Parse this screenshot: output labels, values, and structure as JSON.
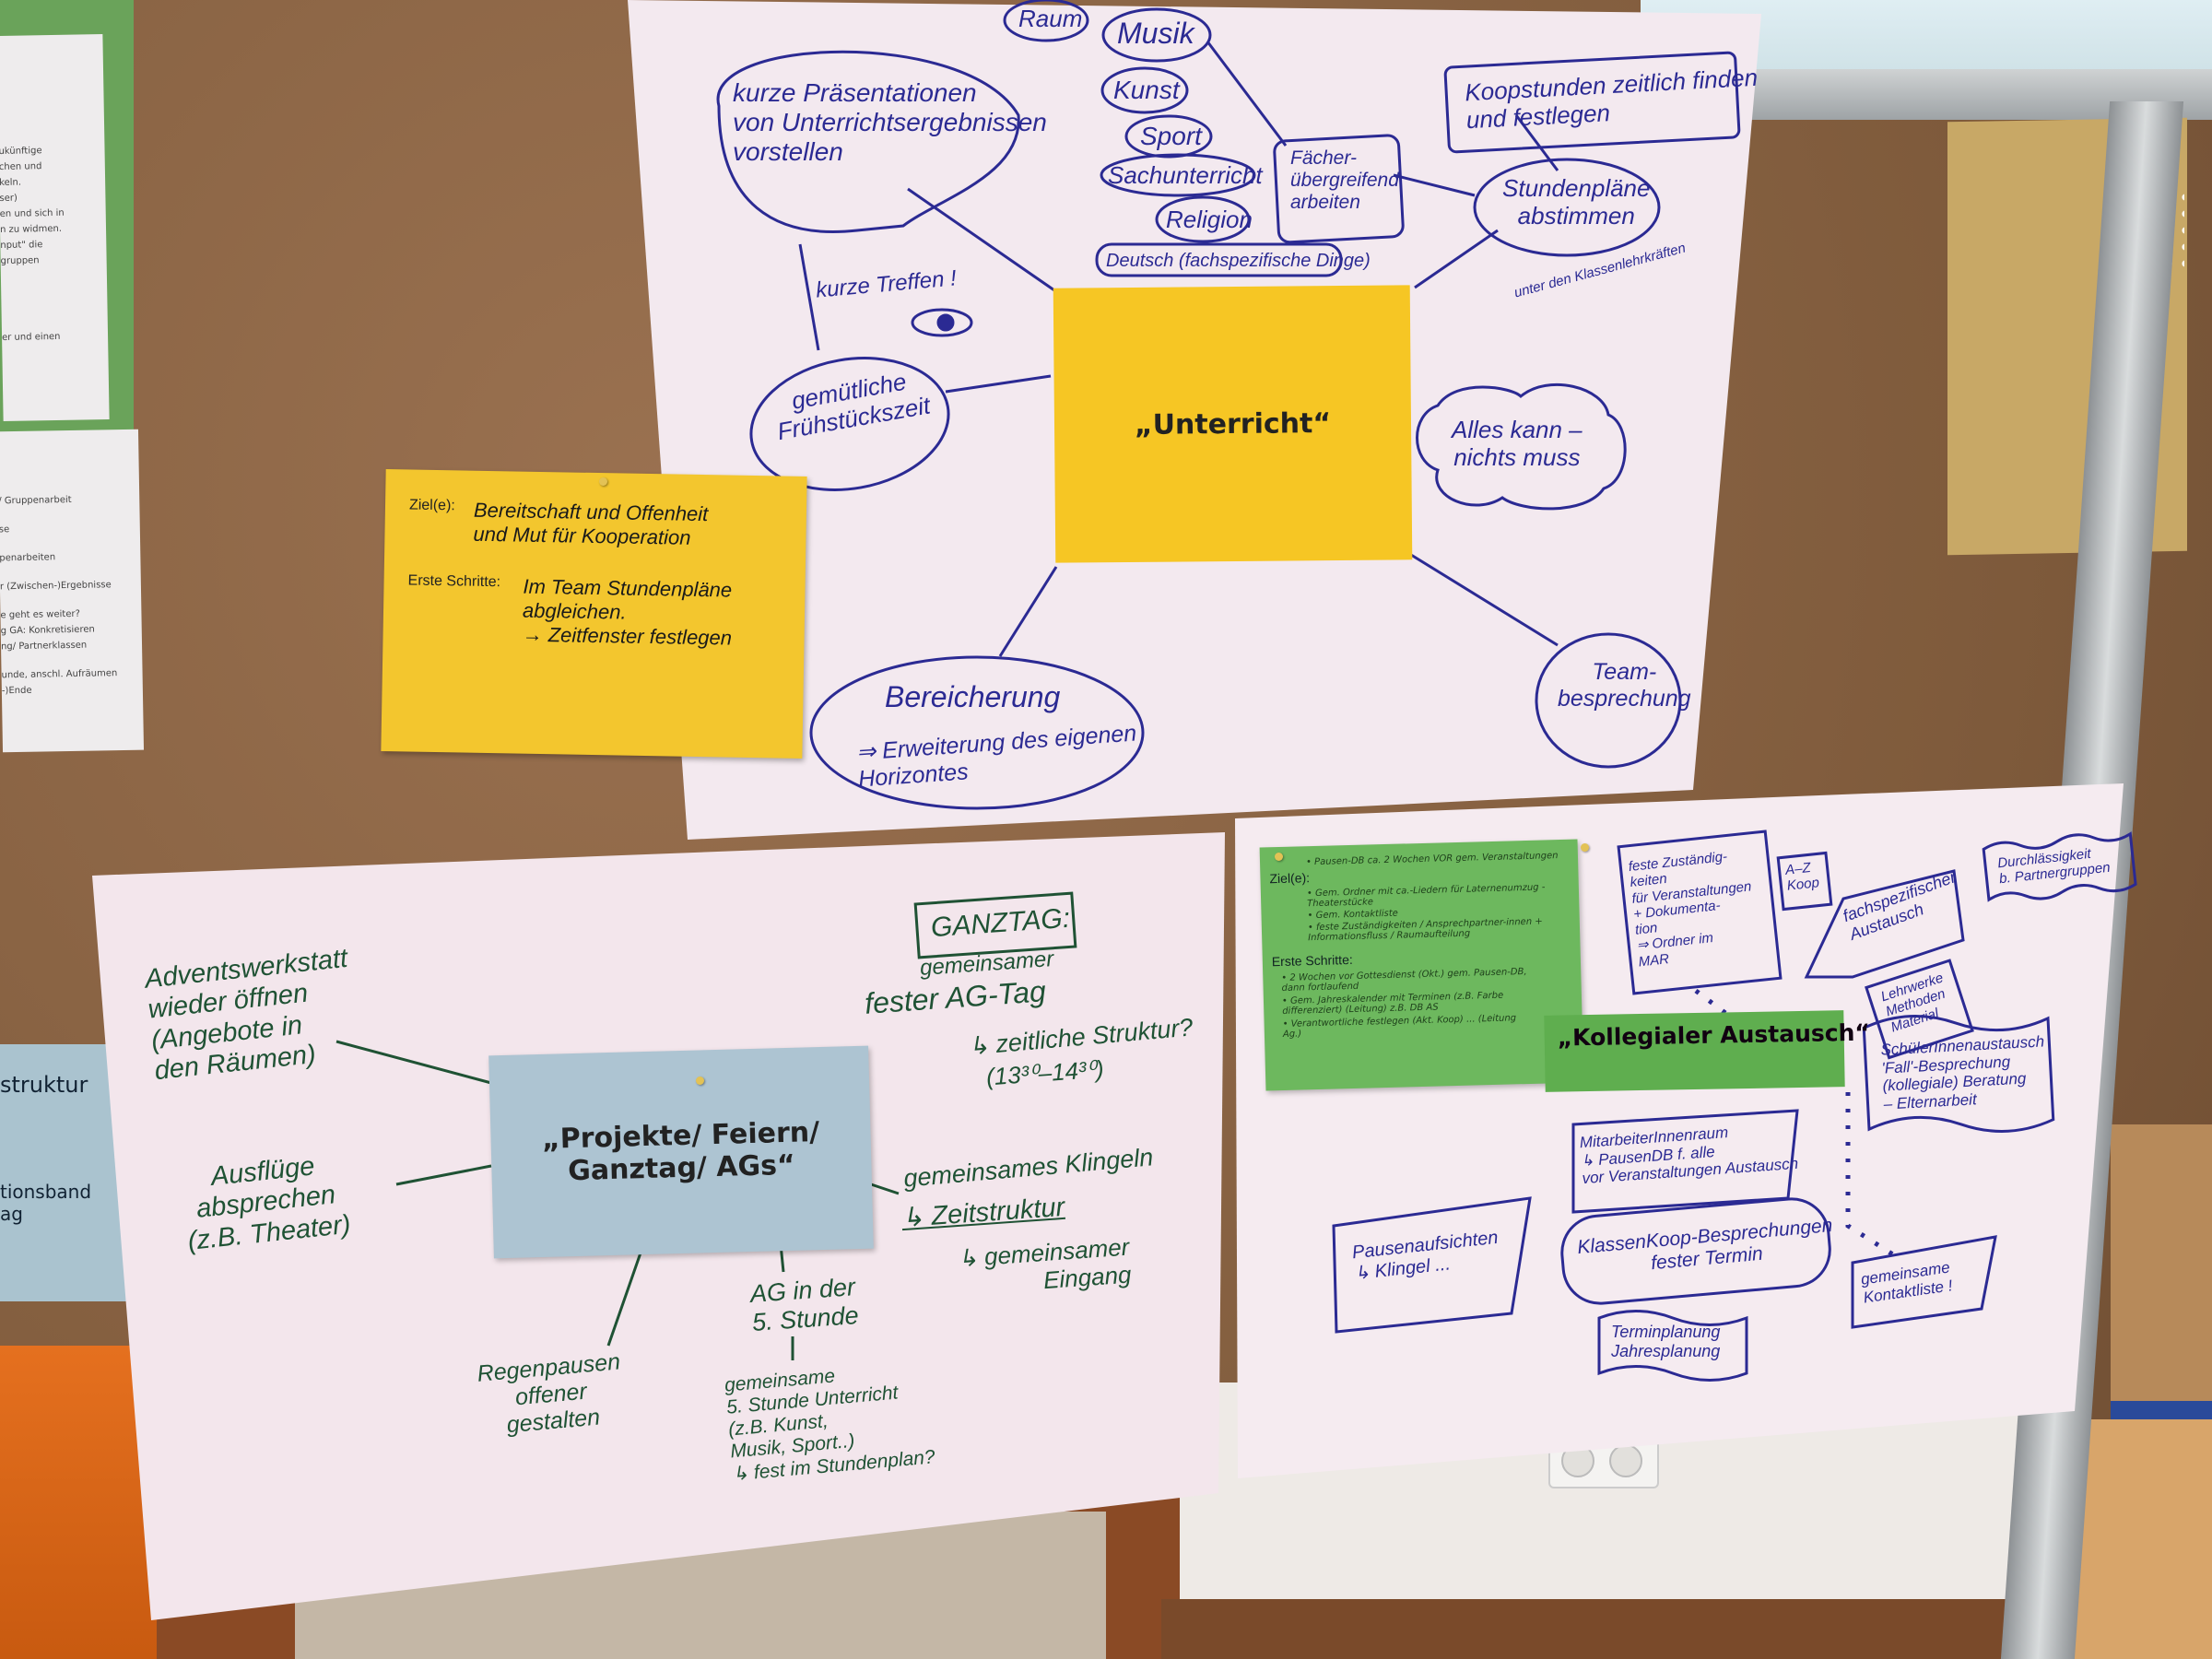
{
  "left_papers": {
    "paper1_lines": [
      "ukünftige",
      "chen und",
      "keln.",
      "ser)",
      "en und sich in",
      "n zu widmen.",
      "nput\" die",
      "gruppen",
      "",
      "",
      "er und einen"
    ],
    "paper2_lines": [
      "/ Gruppenarbeit",
      "se",
      "penarbeiten",
      "r (Zwischen-)Ergebnisse",
      "e geht es weiter?",
      "g GA: Konkretisieren",
      "ng/ Partnerklassen",
      "unde, anschl. Aufräumen",
      "-)Ende"
    ],
    "blue_note_lines": [
      "struktur",
      "",
      "tionsband",
      "ag"
    ]
  },
  "poster_unterricht": {
    "center": "„Unterricht“",
    "raum": "Raum",
    "musik": "Musik",
    "kunst": "Kunst",
    "sport": "Sport",
    "sachunterricht": "Sachunterricht",
    "religion": "Religion",
    "deutsch": "Deutsch (fachspezifische Dinge)",
    "faecher": "Fächer-\nübergreifend\narbeiten",
    "koopstunden": "Koopstunden zeitlich finden\nund festlegen",
    "stundenplaene": "Stundenpläne\nabstimmen",
    "klassenlehrkraefte": "unter den Klassenlehrkräften",
    "praesentationen": "kurze Präsentationen\nvon Unterrichtsergebnissen\nvorstellen",
    "treffen": "kurze Treffen !",
    "fruehstueck": "gemütliche\nFrühstückszeit",
    "alles_kann": "Alles kann –\nnichts muss",
    "bereicherung": "Bereicherung",
    "erweiterung": "⇒ Erweiterung des eigenen\nHorizontes",
    "team": "Team-\nbesprechung"
  },
  "yellow_note": {
    "ziele_label": "Ziel(e):",
    "ziele": "Bereitschaft und Offenheit\nund Mut für Kooperation",
    "schritte_label": "Erste Schritte:",
    "schritte": "Im Team Stundenpläne\nabgleichen.\n→ Zeitfenster festlegen"
  },
  "poster_projekte": {
    "center": "„Projekte/ Feiern/\nGanztag/ AGs“",
    "advent": "Adventswerkstatt\nwieder öffnen\n(Angebote in\nden Räumen)",
    "ausfluege": "Ausflüge\nabsprechen\n(z.B. Theater)",
    "ganztag": "GANZTAG:",
    "gemeinsamer": "gemeinsamer",
    "ag_tag": "fester AG-Tag",
    "zeitliche": "↳ zeitliche Struktur?",
    "uhrzeit": "(13³⁰–14³⁰)",
    "klingeln": "gemeinsames Klingeln",
    "zeitstruktur": "↳ Zeitstruktur",
    "eingang": "↳ gemeinsamer\nEingang",
    "ag5": "AG in der\n5. Stunde",
    "unterricht5": "gemeinsame\n5. Stunde Unterricht\n(z.B. Kunst,\nMusik, Sport..)\n↳ fest im Stundenplan?",
    "regenpausen": "Regenpausen\noffener\ngestalten"
  },
  "green_note": {
    "ziele_label": "Ziel(e):",
    "ziele": [
      "• Pausen-DB ca. 2 Wochen VOR gem. Veranstaltungen",
      "• Gem. Ordner mit ca.-Liedern für Laternenumzug - Theaterstücke",
      "• Gem. Kontaktliste",
      "• feste Zuständigkeiten / Ansprechpartner-innen + Informationsfluss / Raumaufteilung"
    ],
    "schritte_label": "Erste Schritte:",
    "schritte": [
      "• 2 Wochen vor Gottesdienst (Okt.) gem. Pausen-DB, dann fortlaufend",
      "• Gem. Jahreskalender mit Terminen (z.B. Farbe differenziert) (Leitung)  z.B. DB AS",
      "• Verantwortliche festlegen (Akt. Koop) ... (Leitung Ag.)"
    ]
  },
  "poster_austausch": {
    "center": "„Kollegialer Austausch“",
    "zustaendigkeiten": "feste Zuständig-\nkeiten\nfür Veranstaltungen\n+ Dokumenta-\ntion\n⇒ Ordner im\nMAR",
    "az": "A–Z\nKoop",
    "fachspezifisch": "fachspezifischer\nAustausch",
    "lehrwerke": "Lehrwerke\nMethoden\nMaterial",
    "durchlaessigkeit": "Durchlässigkeit\nb. Partnergruppen",
    "schueler": "SchülerInnenaustausch\n'Fall'-Besprechung\n(kollegiale) Beratung\n– Elternarbeit",
    "mitarbeiter": "MitarbeiterInnenraum\n↳ PausenDB f. alle\nvor Veranstaltungen Austausch",
    "klassenkoop": "KlassenKoop-Besprechungen\nfester Termin",
    "termin": "Terminplanung\nJahresplanung",
    "pausen": "Pausenaufsichten\n↳ Klingel ...",
    "kontakt": "gemeinsame\nKontaktliste !"
  },
  "colors": {
    "cork": "#8a6443",
    "blue_ink": "#2b2a93",
    "green_ink": "#1f5234",
    "yellow": "#f6c624",
    "blue_note": "#adc4d2",
    "green_note": "#6db85e"
  }
}
